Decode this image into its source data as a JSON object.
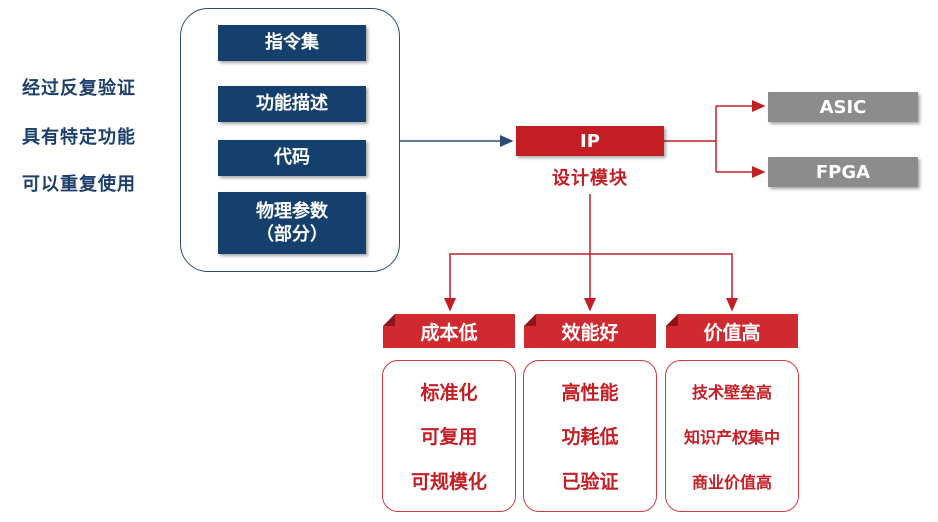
{
  "left_text": [
    "经过反复验证",
    "具有特定功能",
    "可以重复使用"
  ],
  "group": {
    "items": [
      "指令集",
      "功能描述",
      "代码",
      "物理参数",
      "（部分）"
    ]
  },
  "ip": {
    "label": "IP",
    "sublabel": "设计模块"
  },
  "targets": [
    "ASIC",
    "FPGA"
  ],
  "categories": [
    {
      "title": "成本低",
      "items": [
        "标准化",
        "可复用",
        "可规模化"
      ]
    },
    {
      "title": "效能好",
      "items": [
        "高性能",
        "功耗低",
        "已验证"
      ]
    },
    {
      "title": "价值高",
      "items": [
        "技术壁垒高",
        "知识产权集中",
        "商业价值高"
      ]
    }
  ],
  "colors": {
    "navy": "#15406e",
    "red": "#c41e25",
    "gray": "#8c8c8c"
  }
}
